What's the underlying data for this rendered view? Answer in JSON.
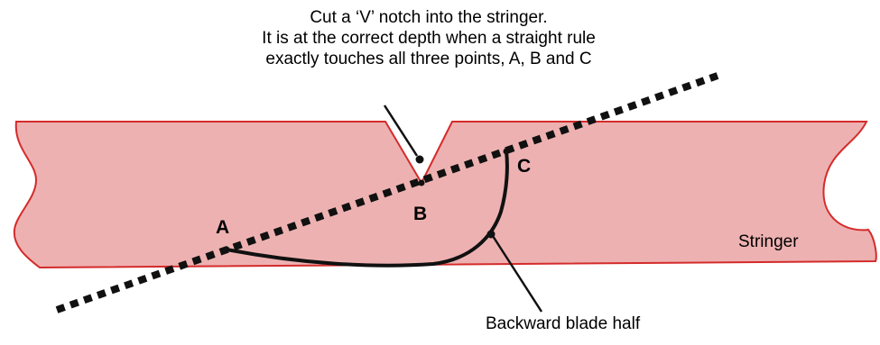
{
  "caption": {
    "line1": "Cut a ‘V’ notch into the stringer.",
    "line2": "It is at the correct depth when a straight rule",
    "line3": "exactly touches all three points, A, B and C"
  },
  "points": {
    "a": "A",
    "b": "B",
    "c": "C"
  },
  "labels": {
    "stringer": "Stringer",
    "blade": "Backward blade half"
  },
  "colors": {
    "stringer_fill": "#eeb1b1",
    "stringer_edge": "#d42b2b",
    "ink": "#111111"
  }
}
